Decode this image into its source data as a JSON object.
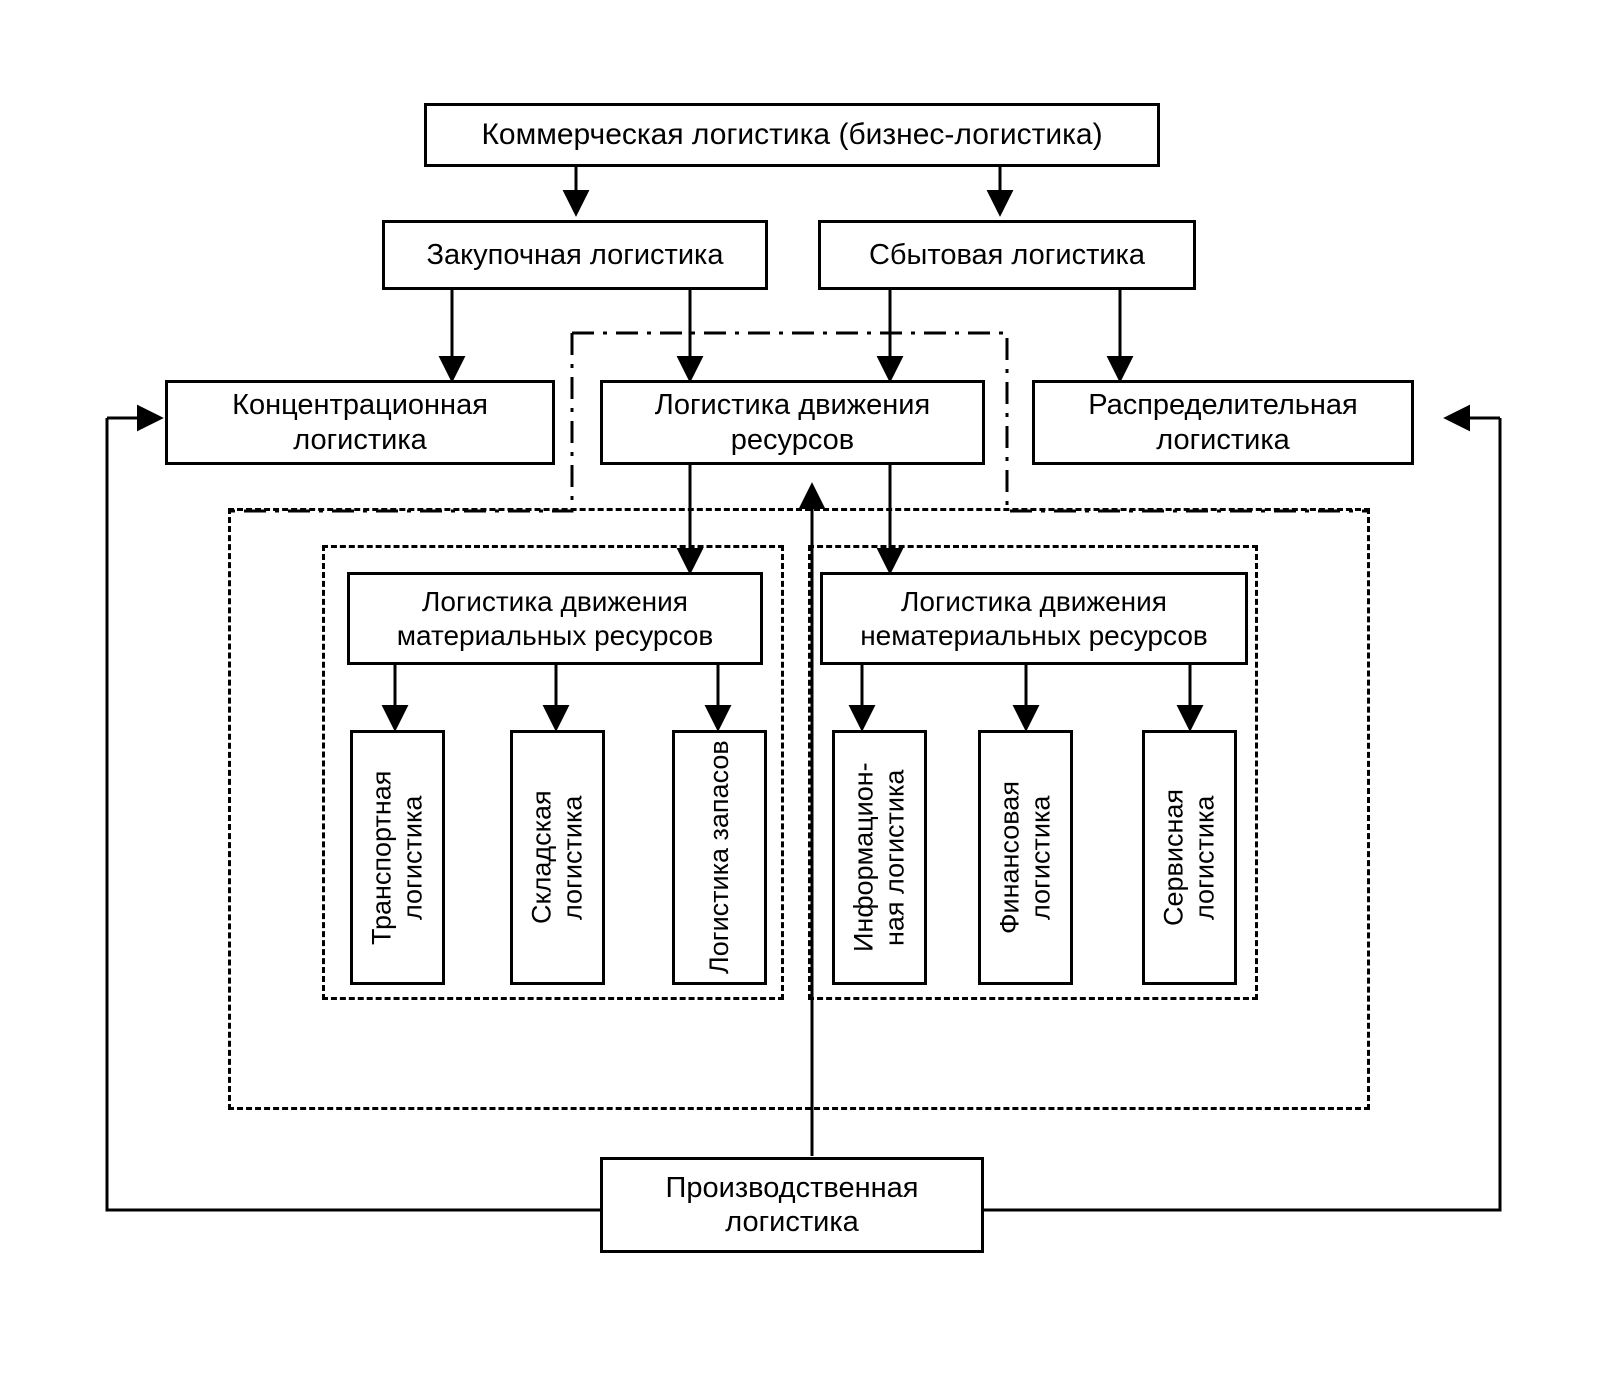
{
  "diagram": {
    "title_node": {
      "id": "commercial-logistics",
      "label": "Коммерческая логистика (бизнес-логистика)"
    },
    "level2": [
      {
        "id": "procurement-logistics",
        "label": "Закупочная логистика"
      },
      {
        "id": "sales-logistics",
        "label": "Сбытовая логистика"
      }
    ],
    "level3": [
      {
        "id": "concentration-logistics",
        "label": "Концентрационная логистика"
      },
      {
        "id": "resource-movement-logistics",
        "label": "Логистика движения ресурсов"
      },
      {
        "id": "distribution-logistics",
        "label": "Распределительная логистика"
      }
    ],
    "level4": [
      {
        "id": "material-resource-movement",
        "label": "Логистика движения материальных ресурсов"
      },
      {
        "id": "nonmaterial-resource-movement",
        "label": "Логистика движения нематериальных ресурсов"
      }
    ],
    "leaves_material": [
      {
        "id": "transport-logistics",
        "label": "Транспортная логистика"
      },
      {
        "id": "warehouse-logistics",
        "label": "Складская логистика"
      },
      {
        "id": "inventory-logistics",
        "label": "Логистика запасов"
      }
    ],
    "leaves_nonmaterial": [
      {
        "id": "information-logistics",
        "label": "Информацион- ная логистика"
      },
      {
        "id": "financial-logistics",
        "label": "Финансовая логистика"
      },
      {
        "id": "service-logistics",
        "label": "Сервисная логистика"
      }
    ],
    "bottom_node": {
      "id": "production-logistics",
      "label": "Производственная логистика"
    },
    "colors": {
      "stroke": "#000000",
      "fill": "#ffffff",
      "text": "#000000"
    }
  }
}
